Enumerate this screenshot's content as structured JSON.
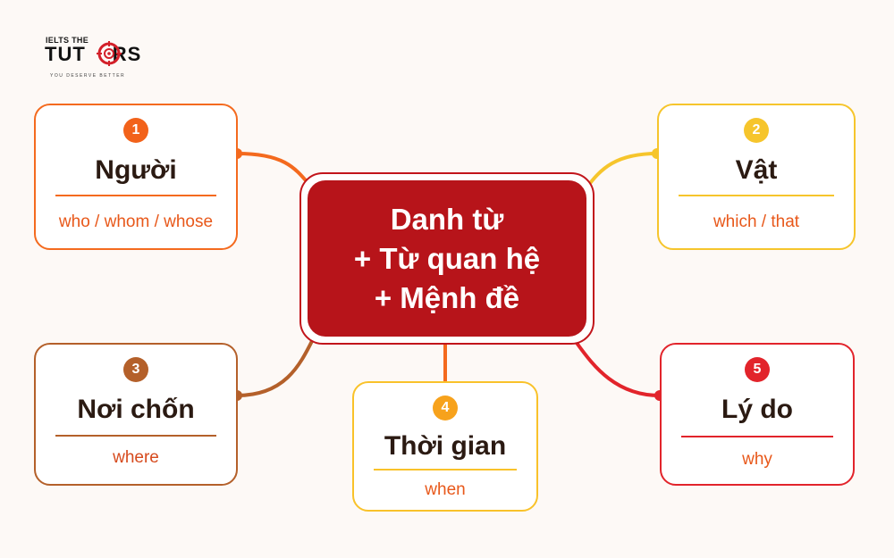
{
  "logo": {
    "top_text": "IELTS THE",
    "main_text": "TUT",
    "main_text_end": "RS",
    "tagline": "YOU DESERVE BETTER"
  },
  "center": {
    "line1": "Danh từ",
    "line2": "+ Từ quan hệ",
    "line3": "+ Mệnh đề"
  },
  "branches": [
    {
      "number": "1",
      "title": "Người",
      "pronouns": "who / whom / whose",
      "color": "#f46a1e"
    },
    {
      "number": "2",
      "title": "Vật",
      "pronouns": "which / that",
      "color": "#f6c52c"
    },
    {
      "number": "3",
      "title": "Nơi chốn",
      "pronouns": "where",
      "color": "#b4602a"
    },
    {
      "number": "4",
      "title": "Thời gian",
      "pronouns": "when",
      "color": "#f9c22a"
    },
    {
      "number": "5",
      "title": "Lý do",
      "pronouns": "why",
      "color": "#e2242b"
    }
  ],
  "colors": {
    "center_fill": "#b7141a",
    "title_text": "#2b1a12",
    "background": "#fdf9f6"
  }
}
